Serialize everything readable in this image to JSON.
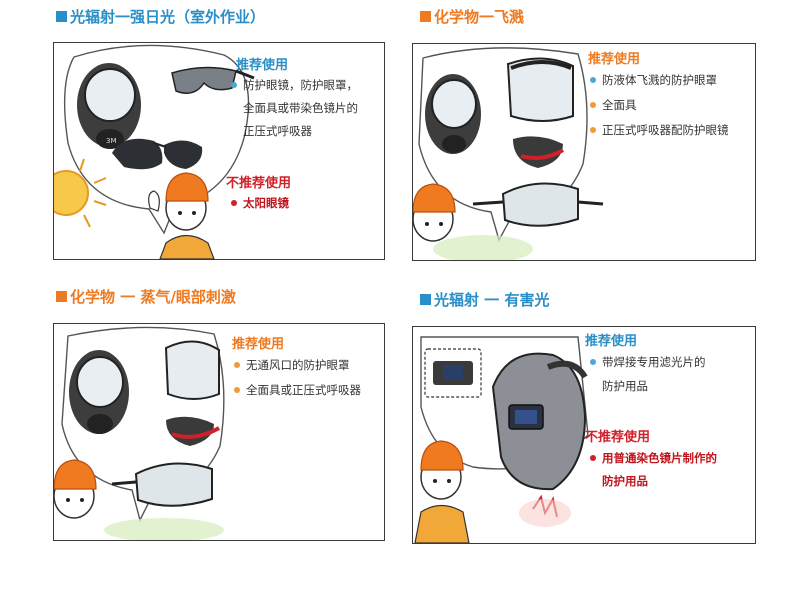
{
  "colors": {
    "blue": "#2a8fc8",
    "orange": "#ee7a22",
    "red": "#d0202a",
    "bullet_blue": "#4aa6dc",
    "bullet_orange": "#f29a3a"
  },
  "panels": [
    {
      "title": "光辐射一强日光（室外作业）",
      "title_color": "blue",
      "recommended_heading": "推荐使用",
      "recommended": [
        "防护眼镜，防护眼罩，",
        "全面具或带染色镜片的",
        "正压式呼吸器"
      ],
      "recommended_bullets": [
        "blue"
      ],
      "not_recommended_heading": "不推荐使用",
      "not_recommended": [
        "太阳眼镜"
      ]
    },
    {
      "title": "化学物一飞溅",
      "title_color": "orange",
      "recommended_heading": "推荐使用",
      "recommended": [
        "防液体飞溅的防护眼罩",
        "全面具",
        "正压式呼吸器配防护眼镜"
      ],
      "recommended_bullets": [
        "blue",
        "orange",
        "orange"
      ]
    },
    {
      "title": "化学物 一 蒸气/眼部刺激",
      "title_color": "orange",
      "recommended_heading": "推荐使用",
      "recommended": [
        "无通风口的防护眼罩",
        "全面具或正压式呼吸器"
      ],
      "recommended_bullets": [
        "orange",
        "orange"
      ]
    },
    {
      "title": "光辐射 一 有害光",
      "title_color": "blue",
      "recommended_heading": "推荐使用",
      "recommended": [
        "带焊接专用滤光片的",
        "防护用品"
      ],
      "recommended_bullets": [
        "blue"
      ],
      "not_recommended_heading": "不推荐使用",
      "not_recommended": [
        "用普通染色镜片制作的",
        "防护用品"
      ]
    }
  ],
  "brand": "3M"
}
